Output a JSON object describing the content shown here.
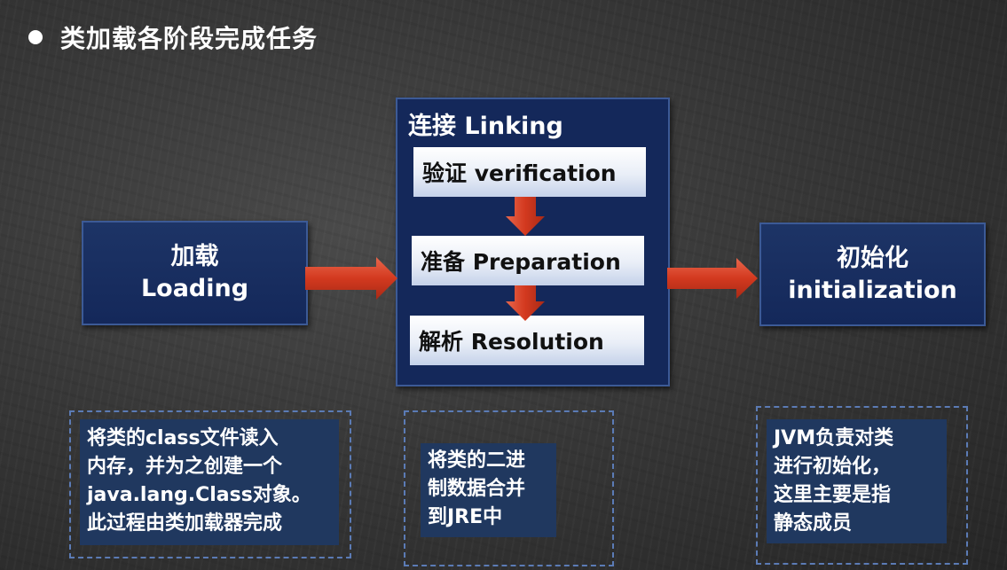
{
  "title": "类加载各阶段完成任务",
  "loading": {
    "zh": "加载",
    "en": "Loading"
  },
  "linking": {
    "title": "连接 Linking",
    "steps": [
      {
        "label": "验证 verification"
      },
      {
        "label": "准备 Preparation"
      },
      {
        "label": "解析 Resolution"
      }
    ]
  },
  "initialization": {
    "zh": "初始化",
    "en": "initialization"
  },
  "descriptions": {
    "loading": [
      "将类的class文件读入",
      "内存，并为之创建一个",
      "java.lang.Class对象。",
      "此过程由类加载器完成"
    ],
    "linking": [
      "将类的二进",
      "制数据合并",
      "到JRE中"
    ],
    "initialization": [
      "JVM负责对类",
      "进行初始化，",
      "这里主要是指",
      "静态成员"
    ]
  },
  "colors": {
    "stage_fill": "#14285a",
    "arrow": "#d7412a",
    "desc_fill": "#20385f",
    "dashed_border": "#5b7bb5"
  }
}
